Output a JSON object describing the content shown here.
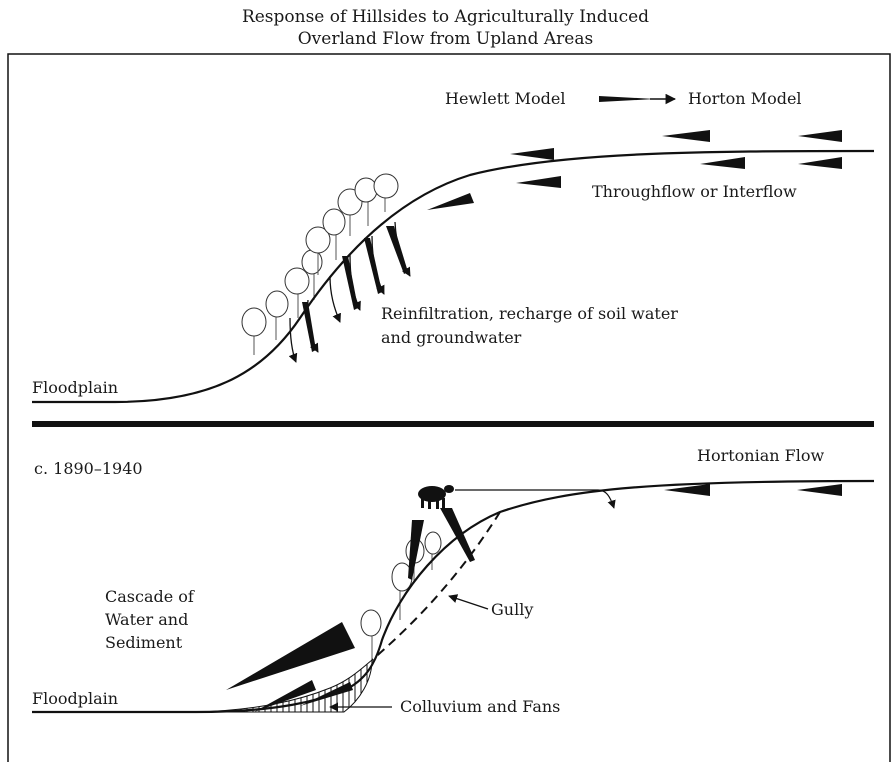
{
  "title": {
    "line1": "Response of Hillsides to Agriculturally Induced",
    "line2": "Overland Flow from Upland Areas"
  },
  "top_panel": {
    "legend_from": "Hewlett Model",
    "legend_to": "Horton Model",
    "throughflow": "Throughflow or Interflow",
    "reinfiltration_1": "Reinfiltration, recharge of soil water",
    "reinfiltration_2": "and groundwater",
    "floodplain": "Floodplain"
  },
  "bottom_panel": {
    "period": "c. 1890–1940",
    "hortonian": "Hortonian Flow",
    "cascade_1": "Cascade of",
    "cascade_2": "Water and",
    "cascade_3": "Sediment",
    "gully": "Gully",
    "colluvium": "Colluvium and Fans",
    "floodplain": "Floodplain"
  }
}
